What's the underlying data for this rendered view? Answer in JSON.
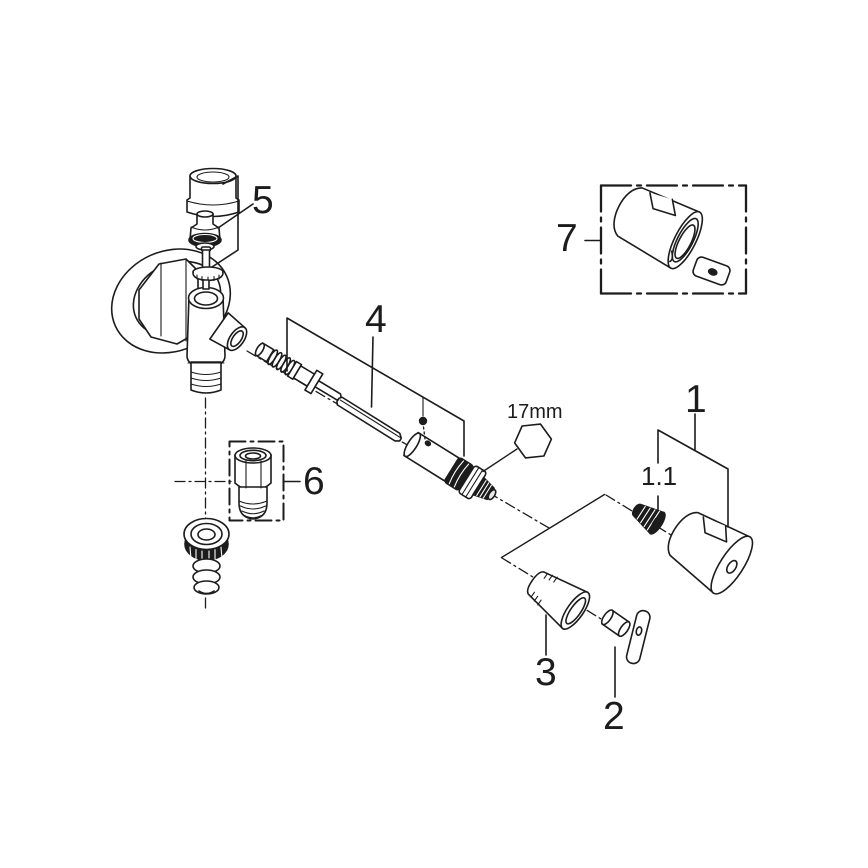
{
  "diagram": {
    "type": "exploded-parts-diagram",
    "colors": {
      "background": "#ffffff",
      "line": "#1c1c1c"
    }
  },
  "labels": {
    "part1": "1",
    "part1_1": "1.1",
    "part2": "2",
    "part3": "3",
    "part4": "4",
    "part5": "5",
    "part6": "6",
    "part7": "7"
  },
  "annotations": {
    "wrench_size": "17mm"
  }
}
